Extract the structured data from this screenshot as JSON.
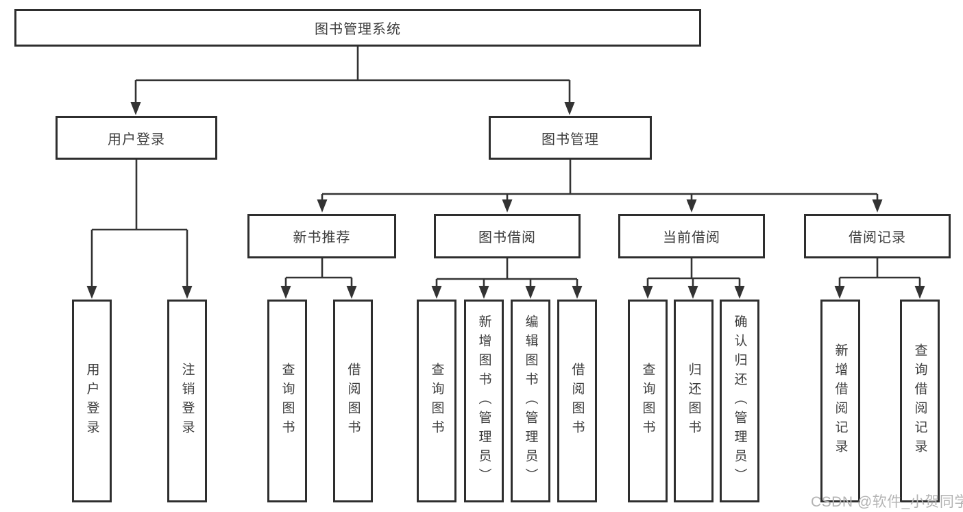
{
  "tree": {
    "root": "图书管理系统",
    "level2": [
      "用户登录",
      "图书管理"
    ],
    "level3": [
      "新书推荐",
      "图书借阅",
      "当前借阅",
      "借阅记录"
    ],
    "leaves_user": [
      "用户登录",
      "注销登录"
    ],
    "leaves_recommend": [
      "查询图书",
      "借阅图书"
    ],
    "leaves_borrow": [
      "查询图书",
      "新增图书（管理员）",
      "编辑图书（管理员）",
      "借阅图书"
    ],
    "leaves_current": [
      "查询图书",
      "归还图书",
      "确认归还（管理员）"
    ],
    "leaves_records": [
      "新增借阅记录",
      "查询借阅记录"
    ]
  },
  "watermark": "CSDN @软件_小贺同学",
  "colors": {
    "line": "#333333",
    "border": "#2e2e2e",
    "text": "#3d3d3d",
    "watermark": "#b3b3b3",
    "background": "#ffffff"
  }
}
